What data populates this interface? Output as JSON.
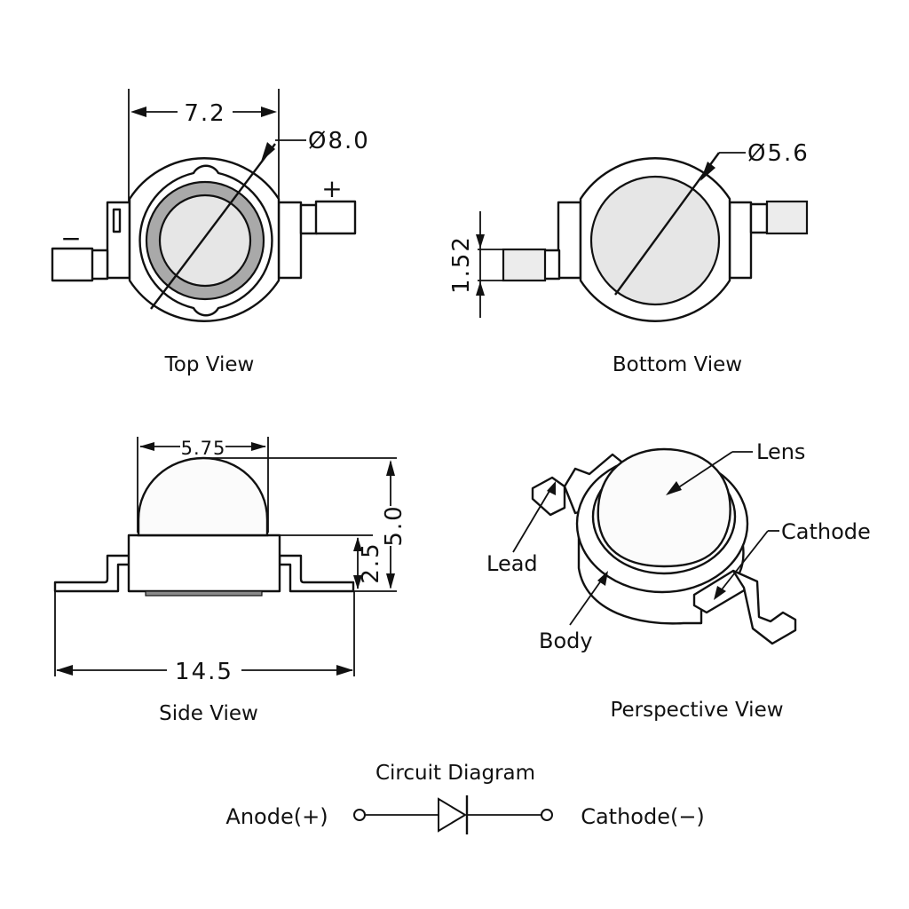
{
  "colors": {
    "line": "#111111",
    "lens_fill": "#e6e6e6",
    "ring_fill": "#a9a9a9",
    "background": "#ffffff"
  },
  "top_view": {
    "caption": "Top View",
    "width_dim": "7.2",
    "diameter_dim": "Ø8.0",
    "minus_sign": "−",
    "plus_sign": "+"
  },
  "bottom_view": {
    "caption": "Bottom View",
    "diameter_dim": "Ø5.6",
    "lead_width_dim": "1.52"
  },
  "side_view": {
    "caption": "Side View",
    "lens_width_dim": "5.75",
    "total_height_dim": "5.0",
    "body_height_dim": "2.5",
    "total_length_dim": "14.5"
  },
  "perspective_view": {
    "caption": "Perspective View",
    "labels": {
      "lens": "Lens",
      "cathode": "Cathode",
      "lead": "Lead",
      "body": "Body"
    }
  },
  "circuit": {
    "title": "Circuit Diagram",
    "anode_label": "Anode(+)",
    "cathode_label": "Cathode(−)"
  }
}
